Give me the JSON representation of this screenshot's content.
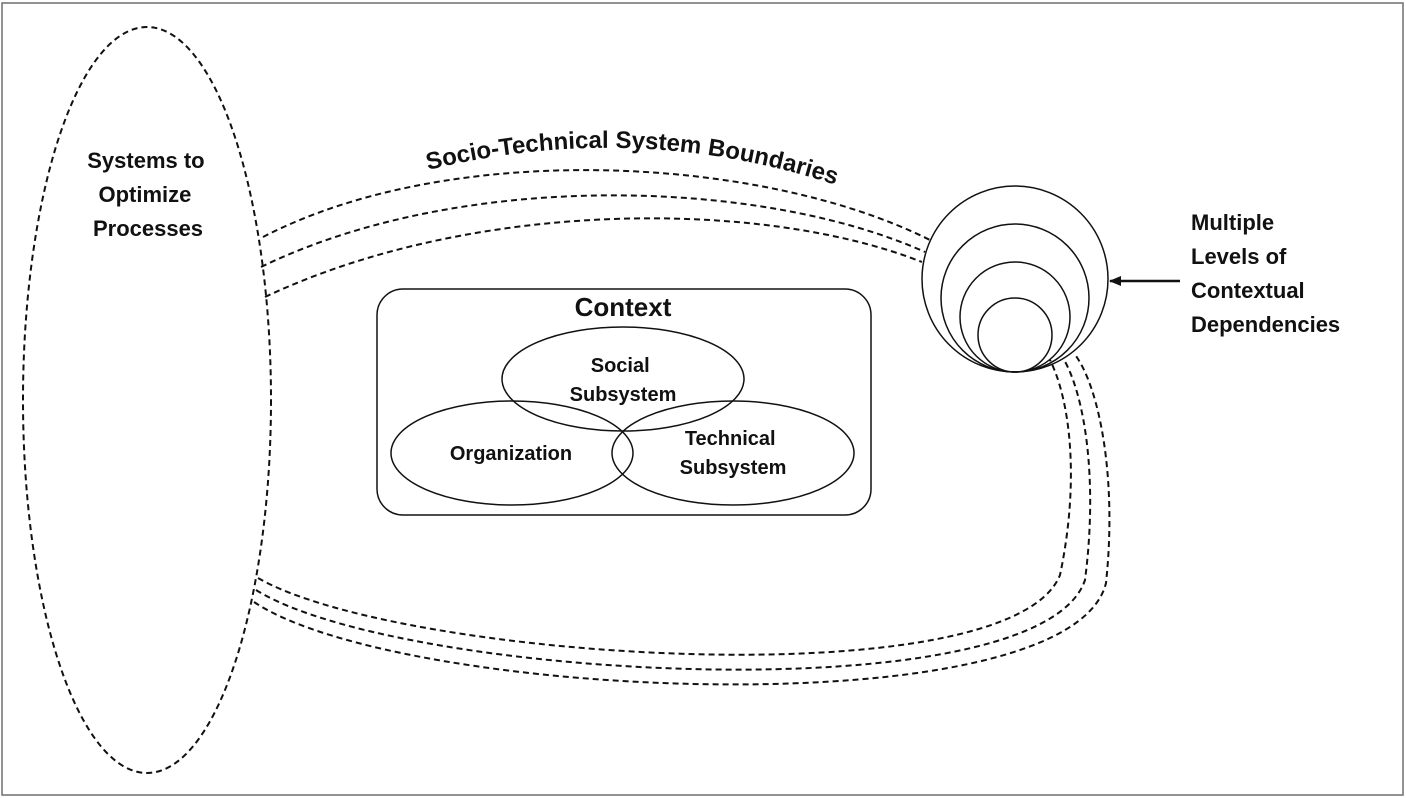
{
  "left_system": {
    "lines": [
      "Systems to",
      "Optimize",
      "Processes"
    ]
  },
  "boundary_label": "Socio-Technical System Boundaries",
  "context": {
    "title": "Context",
    "social": [
      "Social",
      "Subsystem"
    ],
    "organization": "Organization",
    "technical": [
      "Technical",
      "Subsystem"
    ]
  },
  "levels": {
    "lines": [
      "Multiple",
      "Levels of",
      "Contextual",
      "Dependencies"
    ],
    "count": 4
  },
  "colors": {
    "stroke": "#111111",
    "background": "#ffffff",
    "frame": "#6f6f6f"
  }
}
